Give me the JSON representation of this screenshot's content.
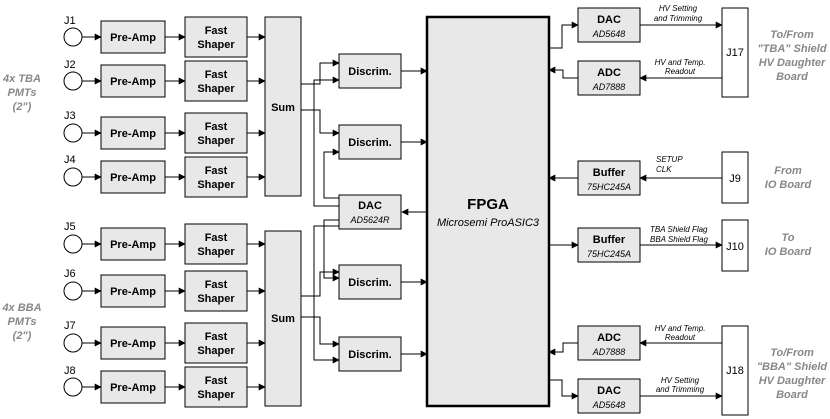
{
  "inputs": [
    "J1",
    "J2",
    "J3",
    "J4",
    "J5",
    "J6",
    "J7",
    "J8"
  ],
  "preamp_label": "Pre-Amp",
  "shaper_label": [
    "Fast",
    "Shaper"
  ],
  "sum_label": "Sum",
  "discrim_label": "Discrim.",
  "dac_center": {
    "title": "DAC",
    "part": "AD5624R"
  },
  "fpga": {
    "title": "FPGA",
    "part": "Microsemi ProASIC3"
  },
  "tba_group": [
    "4x TBA",
    "PMTs",
    "(2\")"
  ],
  "bba_group": [
    "4x BBA",
    "PMTs",
    "(2\")"
  ],
  "right_blocks": {
    "dac_top": {
      "title": "DAC",
      "part": "AD5648"
    },
    "adc_top": {
      "title": "ADC",
      "part": "AD7888"
    },
    "buffer_in": {
      "title": "Buffer",
      "part": "75HC245A"
    },
    "buffer_out": {
      "title": "Buffer",
      "part": "75HC245A"
    },
    "adc_bottom": {
      "title": "ADC",
      "part": "AD7888"
    },
    "dac_bottom": {
      "title": "DAC",
      "part": "AD5648"
    }
  },
  "signals": {
    "hv_setting": [
      "HV Setting",
      "and Trimming"
    ],
    "hv_readout": [
      "HV and Temp.",
      "Readout"
    ],
    "setup_clk": [
      "SETUP",
      "CLK"
    ],
    "shield_flags": [
      "TBA Shield Flag",
      "BBA Shield Flag"
    ]
  },
  "connectors": {
    "j17": "J17",
    "j9": "J9",
    "j10": "J10",
    "j18": "J18"
  },
  "destinations": {
    "tba_board": [
      "To/From",
      "\"TBA\" Shield",
      "HV Daughter",
      "Board"
    ],
    "io_from": [
      "From",
      "IO Board"
    ],
    "io_to": [
      "To",
      "IO Board"
    ],
    "bba_board": [
      "To/From",
      "\"BBA\" Shield",
      "HV Daughter",
      "Board"
    ]
  },
  "colors": {
    "block_fill": "#e8e8e8",
    "label_gray": "#888888",
    "line": "#000000"
  }
}
